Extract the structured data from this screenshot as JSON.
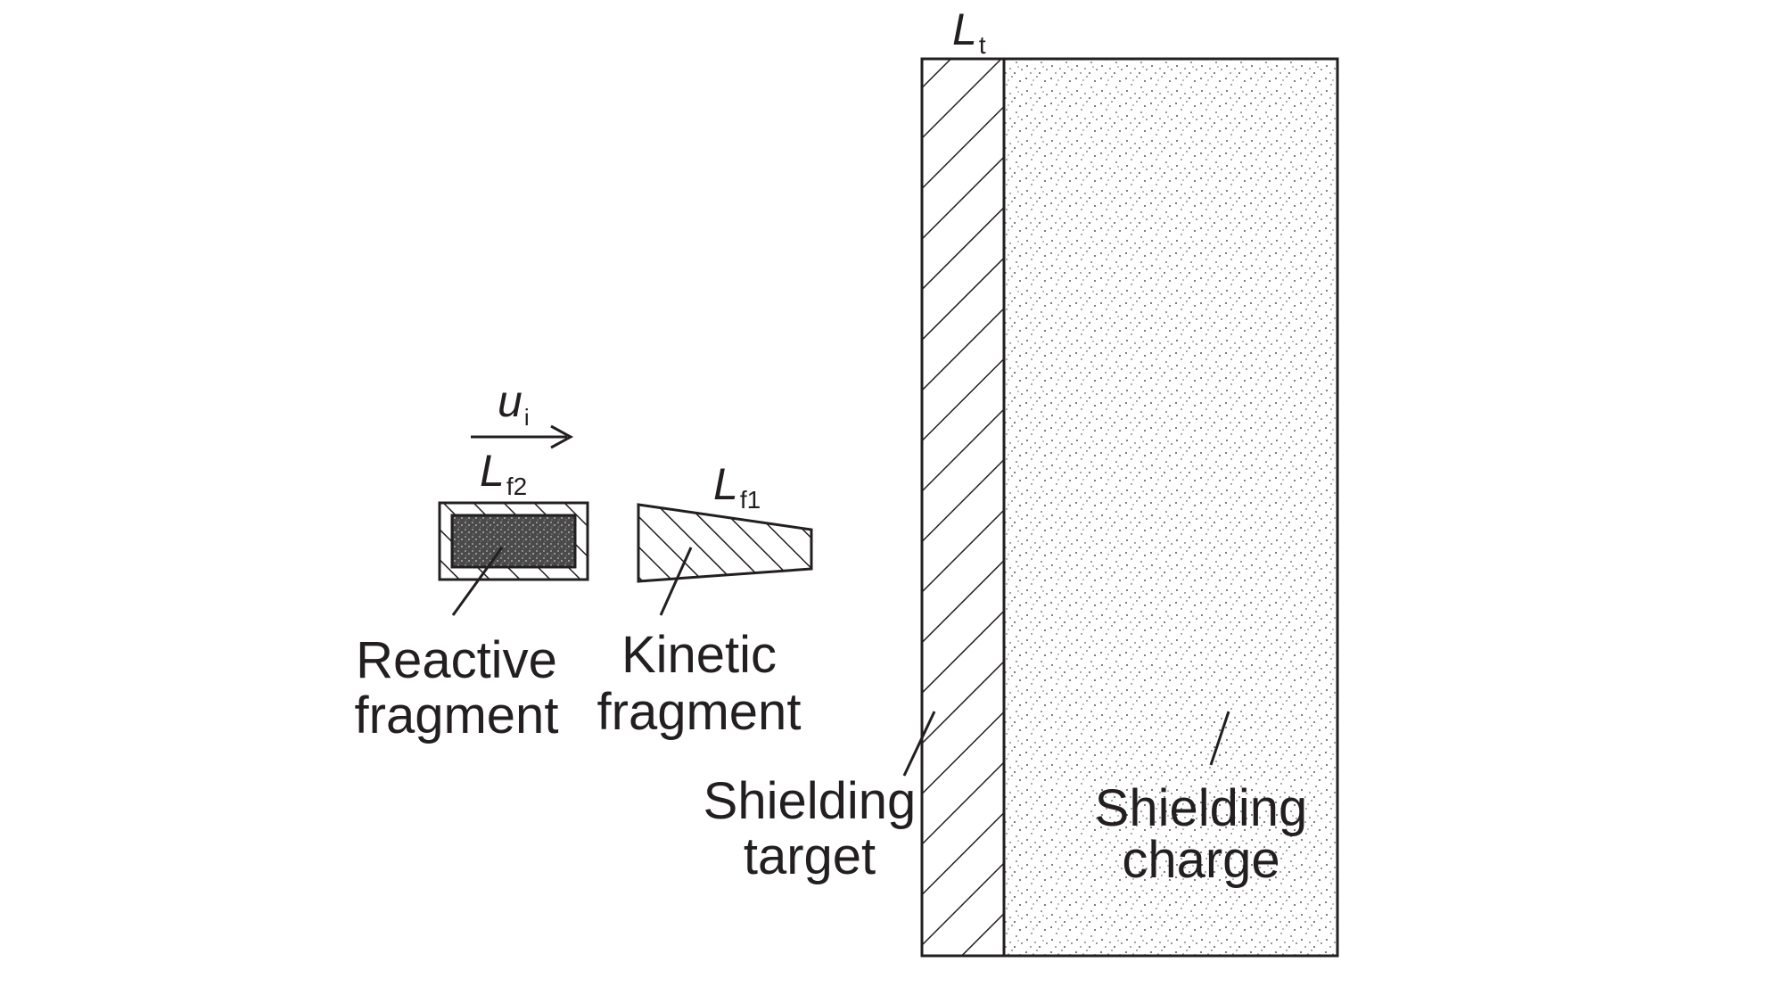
{
  "labels": {
    "velocity_symbol": "u",
    "velocity_sub": "i",
    "lf2_symbol": "L",
    "lf2_sub": "f2",
    "lf1_symbol": "L",
    "lf1_sub": "f1",
    "lt_symbol": "L",
    "lt_sub": "t",
    "reactive_line1": "Reactive",
    "reactive_line2": "fragment",
    "kinetic_line1": "Kinetic",
    "kinetic_line2": "fragment",
    "target_line1": "Shielding",
    "target_line2": "target",
    "charge_line1": "Shielding",
    "charge_line2": "charge"
  },
  "colors": {
    "stroke": "#231f20",
    "charge_fill": "#ffffff",
    "reactive_core": "#555555"
  }
}
